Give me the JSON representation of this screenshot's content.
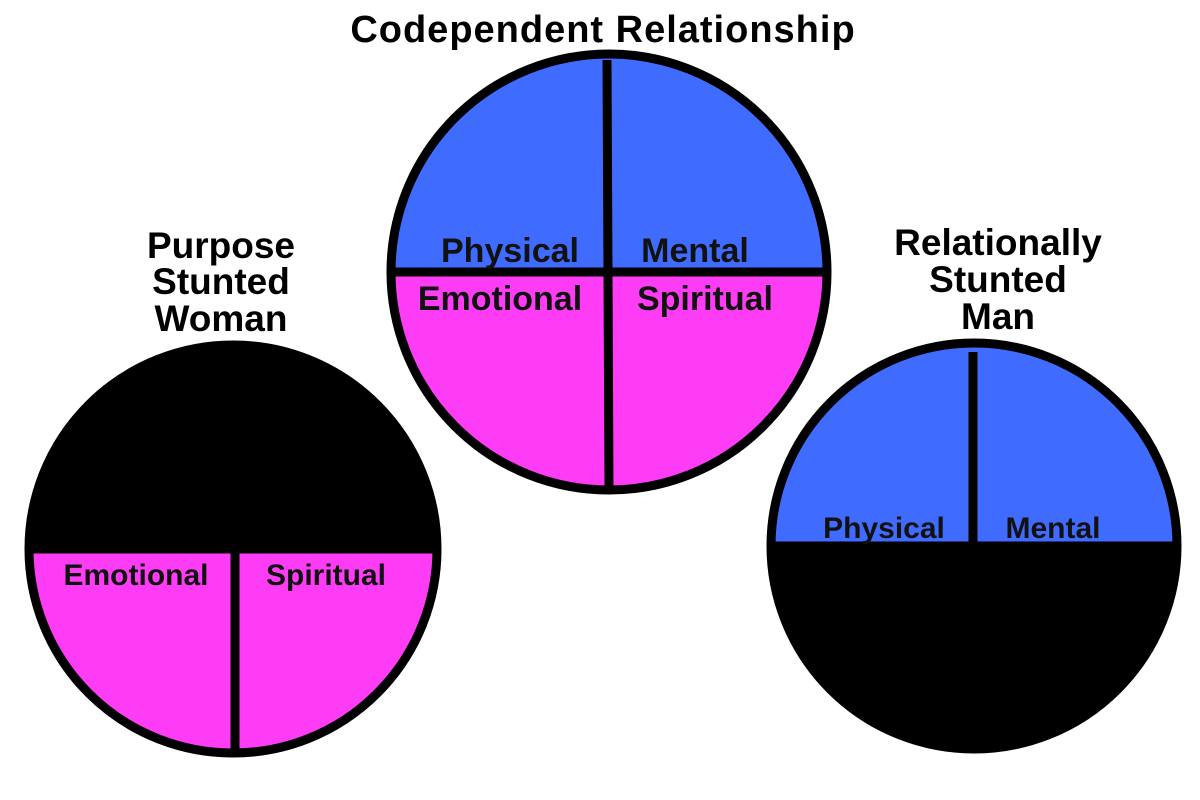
{
  "colors": {
    "blue": "#3f6cff",
    "magenta": "#ff3cf5",
    "black": "#000000",
    "outline": "#000000"
  },
  "titles": {
    "center": "Codependent Relationship",
    "left": [
      "Purpose",
      "Stunted",
      "Woman"
    ],
    "right": [
      "Relationally",
      "Stunted",
      "Man"
    ]
  },
  "circles": {
    "center": {
      "top_fill": "blue",
      "bottom_fill": "magenta",
      "labels": {
        "top_left": "Physical",
        "top_right": "Mental",
        "bottom_left": "Emotional",
        "bottom_right": "Spiritual"
      }
    },
    "left": {
      "top_fill": "black",
      "bottom_fill": "magenta",
      "labels": {
        "bottom_left": "Emotional",
        "bottom_right": "Spiritual"
      }
    },
    "right": {
      "top_fill": "blue",
      "bottom_fill": "black",
      "labels": {
        "top_left": "Physical",
        "top_right": "Mental"
      }
    }
  }
}
